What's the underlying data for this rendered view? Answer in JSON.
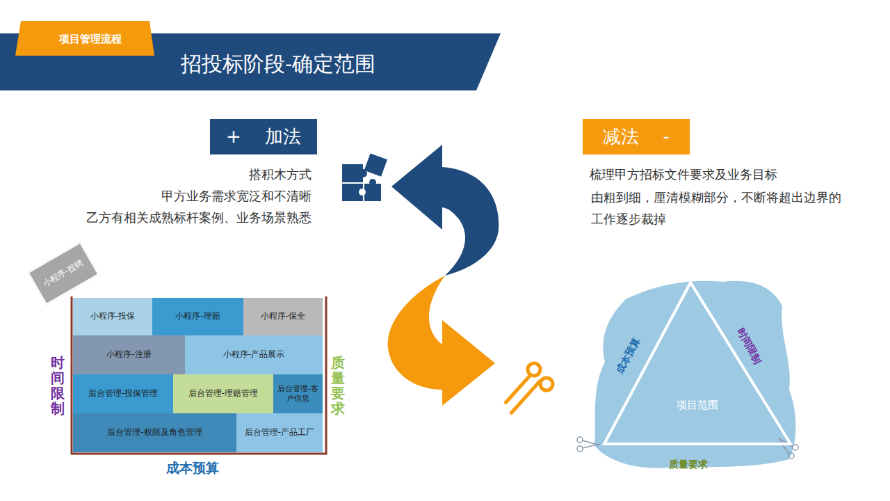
{
  "diagram": {
    "title": "招投标阶段-确定范围",
    "nodes": [
      {
        "text": [
          "+ 加法"
        ]
      },
      {
        "text": [
          "减法 -"
        ]
      },
      {
        "text": [
          "小程序-投聘"
        ]
      },
      {
        "text": [
          "小程序-投保"
        ]
      },
      {
        "text": [
          "小程序-理赔"
        ]
      },
      {
        "text": [
          "小程序-保全"
        ]
      },
      {
        "text": [
          "小程序-注册"
        ]
      },
      {
        "text": [
          "小程序-产品展示"
        ]
      },
      {
        "text": [
          "后台管理-投保管理"
        ]
      },
      {
        "text": [
          "后台管理-理赔管理"
        ]
      },
      {
        "text": [
          "后台管理-客户信息"
        ]
      },
      {
        "text": [
          "后台管理-权限及角色管理"
        ]
      },
      {
        "text": [
          "后台管理-产品工厂"
        ]
      },
      {
        "text": [
          "项目范围"
        ]
      }
    ],
    "labels": [
      "项目管理流程",
      "搭积木方式",
      "甲方业务需求宽泛和不清晰",
      "乙方有相关成熟标杆案例、业务场景熟悉",
      "梳理甲方招标文件要求及业务目标",
      "由粗到细，厘清模糊部分，不断将超出边界的工作逐步裁掉",
      "时间限制",
      "质量要求",
      "成本预算",
      "成本预算",
      "时间限制",
      "质量要求"
    ]
  }
}
